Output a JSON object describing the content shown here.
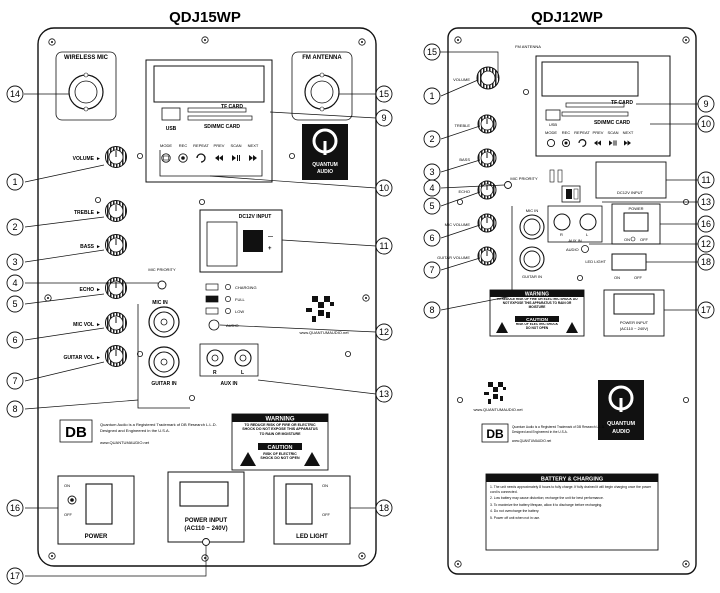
{
  "left_panel": {
    "title": "QDJ15WP",
    "wireless_mic": "WIRELESS MIC",
    "fm_antenna": "FM ANTENNA",
    "tf_card": "TF CARD",
    "sd_card": "SD/MMC CARD",
    "usb": "USB",
    "player_buttons": [
      "MODE",
      "REC",
      "REPEAT",
      "PREV",
      "SCAN",
      "NEXT"
    ],
    "volume": "VOLUME",
    "treble": "TREBLE",
    "bass": "BASS",
    "mic_priority": "MIC PRIORITY",
    "echo": "ECHO",
    "mic_vol": "MIC VOL",
    "guitar_vol": "GUITAR VOL",
    "mic_in": "MIC IN",
    "guitar_in": "GUITAR IN",
    "dc_input": "DC12V INPUT",
    "charging": "CHARGING",
    "full": "FULL",
    "low": "LOW",
    "audio": "AUDIO",
    "aux_in": "AUX IN",
    "aux_r": "R",
    "aux_l": "L",
    "quantum": "QUANTUM",
    "audio_brand": "AUDIO",
    "db_logo": "DB",
    "db_text_1": "Quantum Audio is a Registered Trademark of DB Research L.L.D.",
    "db_text_2": "Designed and Engineered in the U.S.A.",
    "db_url": "www.QUANTUMAUDIO.net",
    "website": "www.QUANTUMAUDIO.net",
    "warning": "WARNING",
    "warning_text": "TO REDUCE RISK OF FIRE OR ELECTRIC SHOCK DO NOT EXPOSE THIS APPARATUS TO RAIN OR MOISTURE",
    "caution": "CAUTION",
    "caution_text": "RISK OF ELECTRIC SHOCK DO NOT OPEN",
    "power": "POWER",
    "on": "ON",
    "off": "OFF",
    "power_input": "POWER INPUT",
    "power_input_range": "(AC110 ~ 240V)",
    "led_light": "LED LIGHT",
    "callouts": [
      "14",
      "15",
      "9",
      "1",
      "10",
      "2",
      "11",
      "3",
      "4",
      "5",
      "12",
      "6",
      "7",
      "8",
      "13",
      "16",
      "18",
      "17"
    ]
  },
  "right_panel": {
    "title": "QDJ12WP",
    "fm_antenna": "FM ANTENNA",
    "tf_card": "TF CARD",
    "sd_card": "SD/MMC CARD",
    "usb": "USB",
    "player_buttons": [
      "MODE",
      "REC",
      "REPEAT",
      "PREV",
      "SCAN",
      "NEXT"
    ],
    "volume": "VOLUME",
    "treble": "TREBLE",
    "bass": "BASS",
    "mic_priority": "MIC PRIORITY",
    "echo": "ECHO",
    "mic_volume": "MIC VOLUME",
    "guitar_volume": "GUITAR VOLUME",
    "mic_in": "MIC IN",
    "guitar_in": "GUITAR IN",
    "dc_input": "DC12V INPUT",
    "aux_in": "AUX IN",
    "aux_r": "R",
    "aux_l": "L",
    "audio": "AUDIO",
    "power": "POWER",
    "on": "ON",
    "off": "OFF",
    "led_light": "LED LIGHT",
    "power_input": "POWER INPUT",
    "power_input_range": "(AC110 ~ 240V)",
    "warning": "WARNING",
    "warning_text": "TO REDUCE RISK OF FIRE OR ELECTRIC SHOCK DO NOT EXPOSE THIS APPARATUS TO RAIN OR MOISTURE",
    "caution": "CAUTION",
    "caution_text": "RISK OF ELECTRIC SHOCK DO NOT OPEN",
    "website": "www.QUANTUMAUDIO.net",
    "db_logo": "DB",
    "db_text_1": "Quantum Audio is a Registered Trademark of DB Research L.L.D.",
    "db_text_2": "Designed and Engineered in the U.S.A.",
    "db_url": "www.QUANTUMAUDIO.net",
    "quantum": "QUANTUM",
    "audio_brand": "AUDIO",
    "battery_title": "BATTERY & CHARGING",
    "battery_lines": [
      "1. The unit needs approximately 8 hours to fully charge. If fully drained it will begin charging once the power cord is connected.",
      "2. Low battery may cause distortion; recharge the unit for best performance.",
      "3. To maximize the battery lifespan, allow it to discharge before recharging.",
      "4. Do not overcharge the battery.",
      "5. Power off unit when not in use."
    ],
    "callouts": [
      "15",
      "1",
      "9",
      "10",
      "2",
      "3",
      "4",
      "5",
      "11",
      "13",
      "16",
      "6",
      "12",
      "7",
      "18",
      "8",
      "17"
    ]
  }
}
